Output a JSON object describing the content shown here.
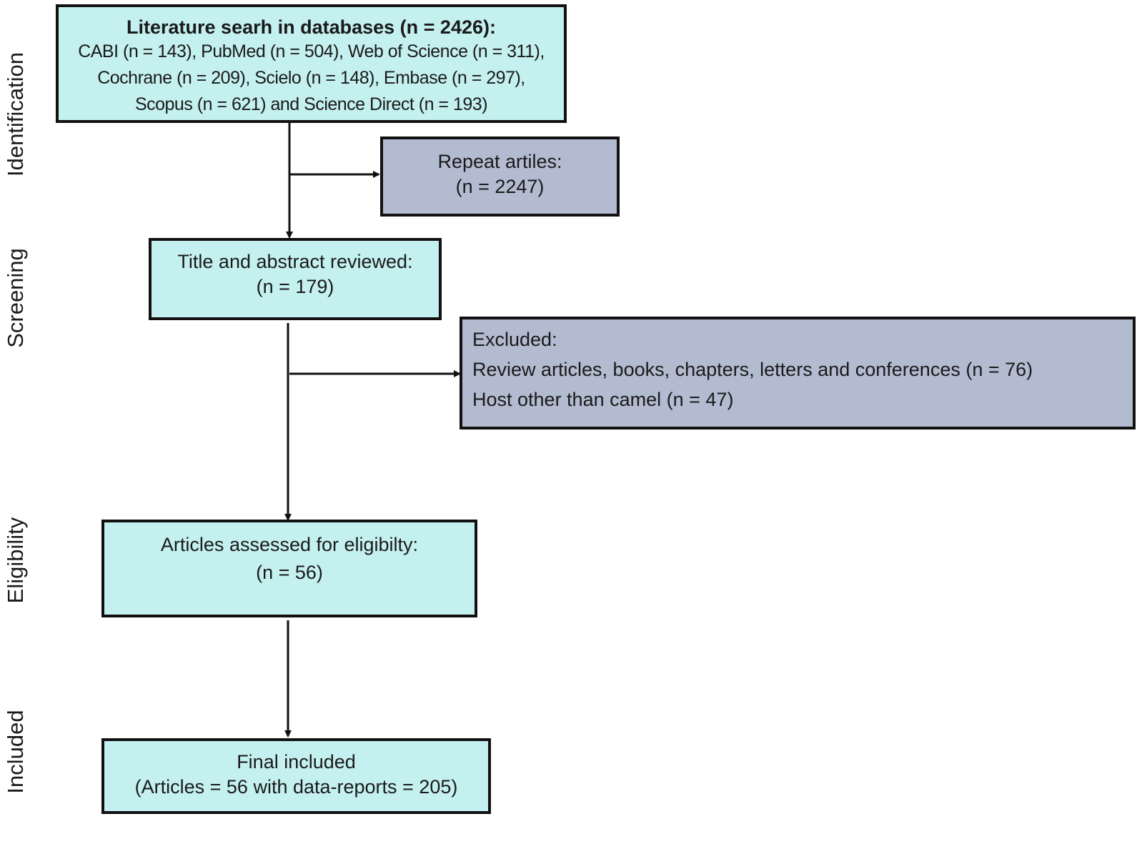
{
  "stages": {
    "identification": "Identification",
    "screening": "Screening",
    "eligibility": "Eligibility",
    "included": "Included"
  },
  "boxes": {
    "search": {
      "heading": "Literature searh in databases (n = 2426):",
      "lines": [
        "CABI (n = 143), PubMed (n = 504), Web of Science (n = 311),",
        "Cochrane (n = 209), Scielo (n = 148), Embase (n = 297),",
        "Scopus (n = 621) and Science Direct (n = 193)"
      ]
    },
    "repeat": {
      "lines": [
        "Repeat artiles:",
        "(n = 2247)"
      ]
    },
    "screened": {
      "lines": [
        "Title and abstract reviewed:",
        "(n = 179)"
      ]
    },
    "excluded": {
      "lines": [
        "Excluded:",
        "Review articles, books, chapters, letters and conferences (n = 76)",
        "Host other than camel (n = 47)"
      ]
    },
    "eligibility": {
      "lines": [
        "Articles assessed for eligibilty:",
        "(n = 56)"
      ]
    },
    "included": {
      "lines": [
        "Final included",
        "(Articles = 56 with data-reports = 205)"
      ]
    }
  },
  "colors": {
    "main_box_fill": "#c5f0f0",
    "side_box_fill": "#b3bbd1",
    "border": "#111111"
  }
}
